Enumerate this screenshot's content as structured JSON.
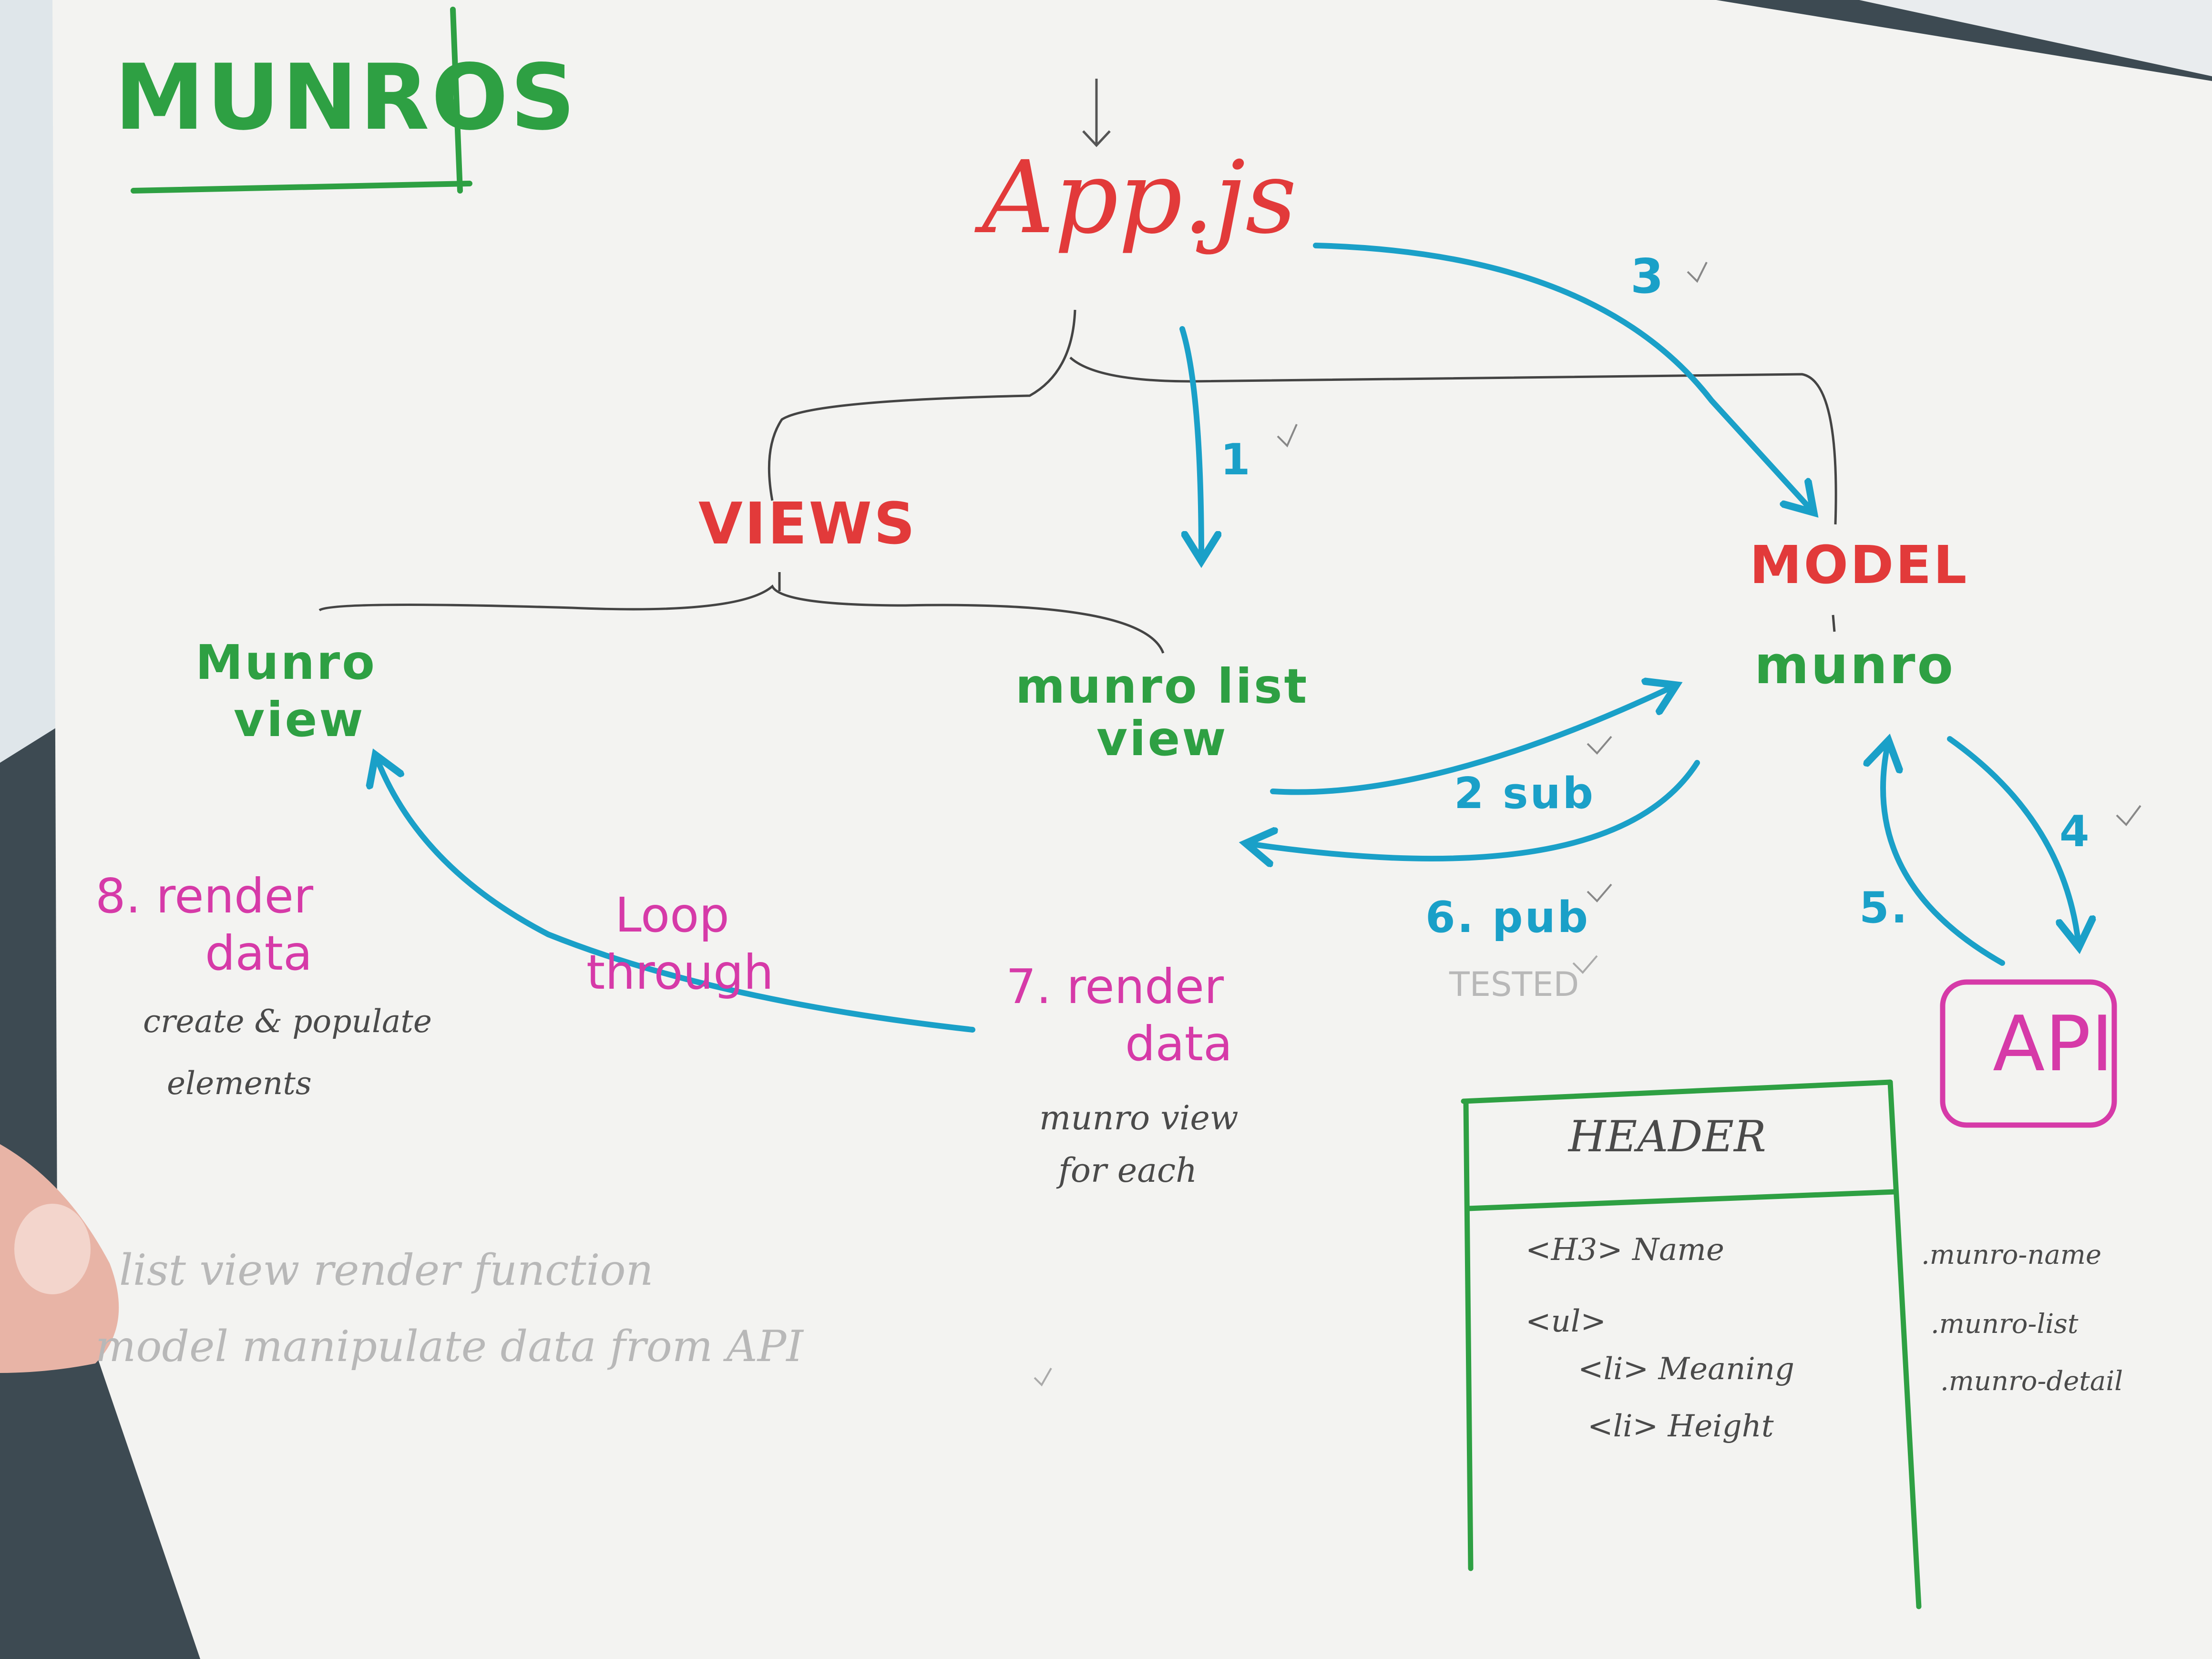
{
  "title": "MUNROS",
  "app": "App.js",
  "views": "VIEWS",
  "model": "MODEL",
  "munro_view": [
    "Munro",
    "view"
  ],
  "munro_list_view": [
    "munro list",
    "view"
  ],
  "munro": "munro",
  "api": "API",
  "arrows": {
    "step1": "1",
    "step2": "2 sub",
    "step3": "3",
    "step4": "4",
    "step5": "5.",
    "step6": "6. pub",
    "tested": "TESTED",
    "loop": [
      "Loop",
      "through"
    ]
  },
  "step7": {
    "label": [
      "7. render",
      "data"
    ],
    "note": [
      "munro view",
      "for each"
    ]
  },
  "step8": {
    "label": [
      "8. render",
      "data"
    ],
    "note": [
      "create & populate",
      "elements"
    ]
  },
  "notes": [
    "list view render function",
    "model manipulate data from API"
  ],
  "wireframe": {
    "header": "HEADER",
    "lines": [
      "<H3> Name",
      "<ul>",
      "<li> Meaning",
      "<li> Height"
    ]
  },
  "classes": [
    ".munro-name",
    ".munro-list",
    ".munro-detail"
  ],
  "colors": {
    "title_green": "#2ea043",
    "heading_red": "#e23a3a",
    "arrow_blue": "#1aa0c8",
    "label_pink": "#d63aa8"
  }
}
